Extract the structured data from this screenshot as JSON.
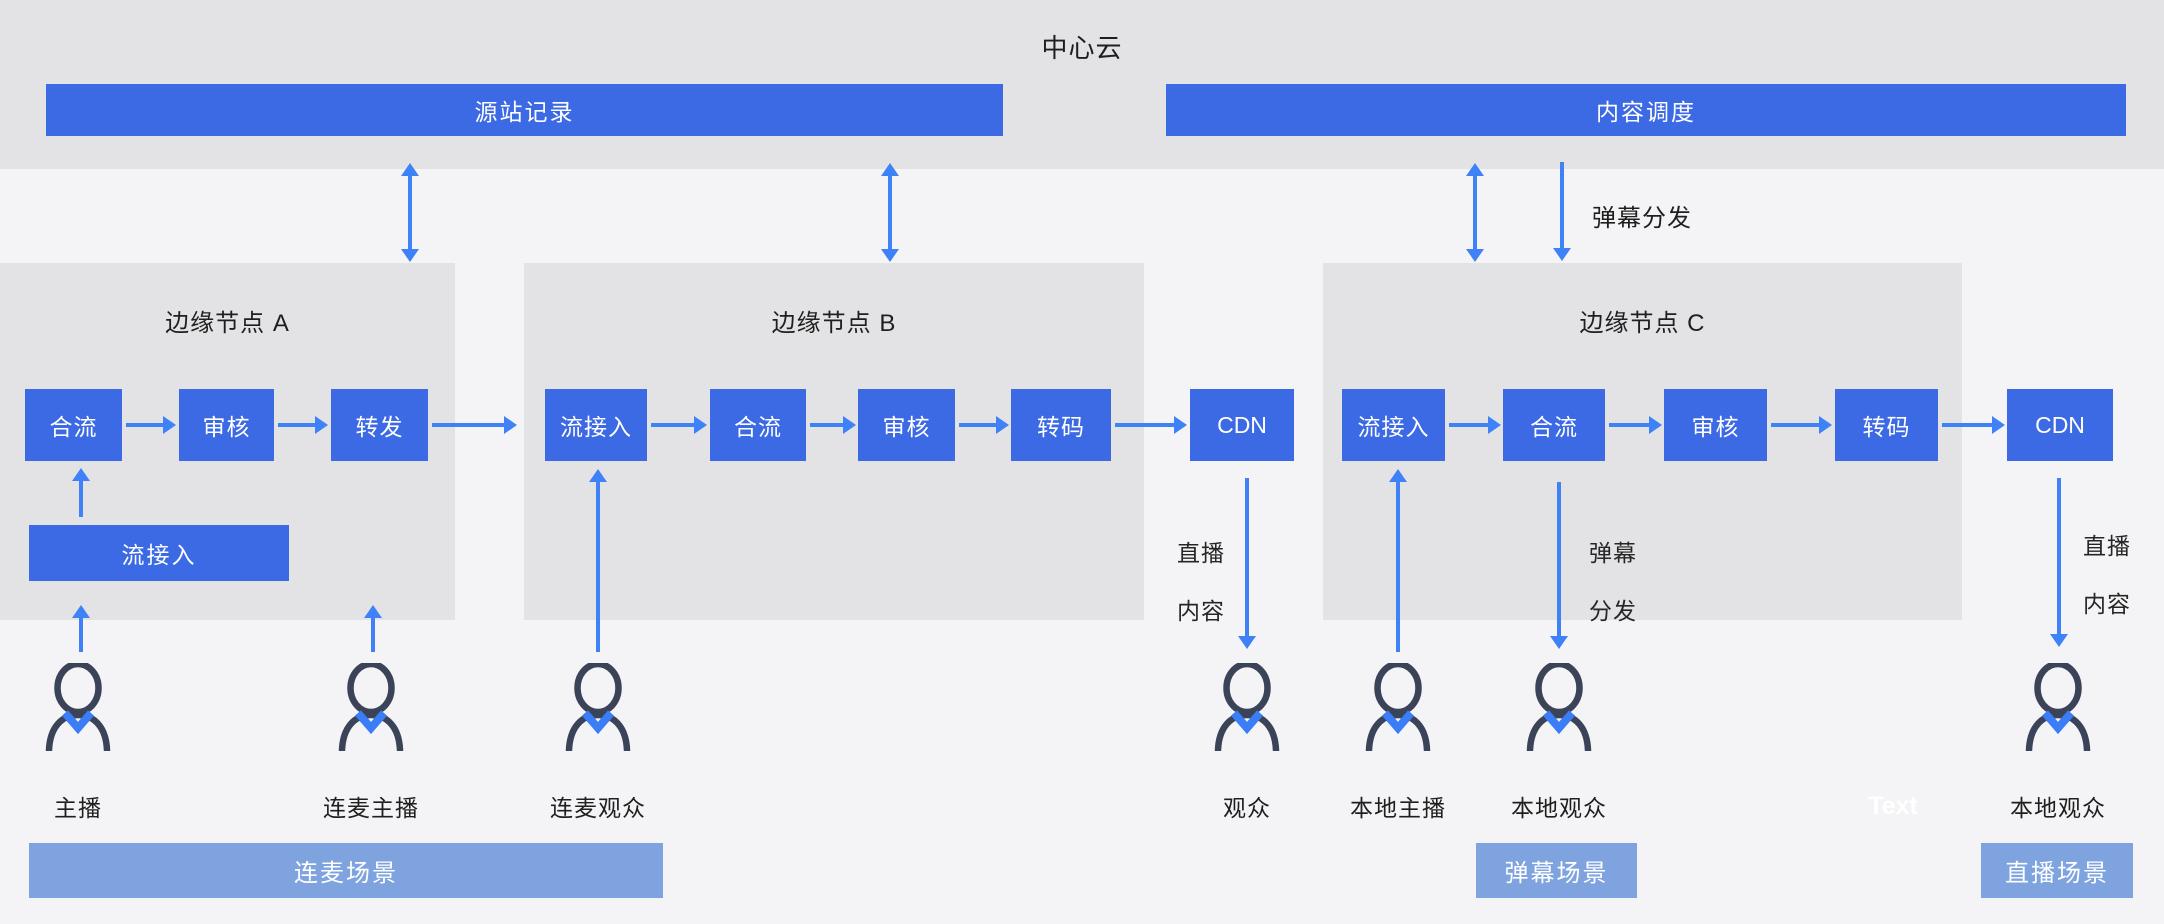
{
  "diagram": {
    "central_cloud": {
      "title": "中心云",
      "origin_record_label": "源站记录",
      "content_scheduling_label": "内容调度"
    },
    "danmu_distribution_top_label": "弹幕分发",
    "nodes": [
      {
        "title": "边缘节点 A",
        "boxes": [
          "合流",
          "审核",
          "转发"
        ],
        "stream_in": "流接入"
      },
      {
        "title": "边缘节点 B",
        "boxes": [
          "流接入",
          "合流",
          "审核",
          "转码"
        ],
        "cdn": "CDN"
      },
      {
        "title": "边缘节点 C",
        "boxes": [
          "流接入",
          "合流",
          "审核",
          "转码"
        ],
        "cdn": "CDN"
      }
    ],
    "flow_labels": {
      "live_content_b": {
        "line1": "直播",
        "line2": "内容"
      },
      "danmu_distribution_c": {
        "line1": "弹幕",
        "line2": "分发"
      },
      "live_content_c": {
        "line1": "直播",
        "line2": "内容"
      }
    },
    "persons": [
      {
        "label": "主播"
      },
      {
        "label": "连麦主播"
      },
      {
        "label": "连麦观众"
      },
      {
        "label": "观众"
      },
      {
        "label": "本地主播"
      },
      {
        "label": "本地观众"
      },
      {
        "label": "本地观众"
      }
    ],
    "placeholder_text": "Text",
    "scenes": [
      {
        "label": "连麦场景"
      },
      {
        "label": "弹幕场景"
      },
      {
        "label": "直播场景"
      }
    ],
    "colors": {
      "accent_blue": "#3c69e4",
      "arrow_blue": "#3f82f8",
      "scene_blue": "#7ea3de",
      "panel_gray": "#e3e3e5",
      "background": "#f4f4f6"
    }
  }
}
